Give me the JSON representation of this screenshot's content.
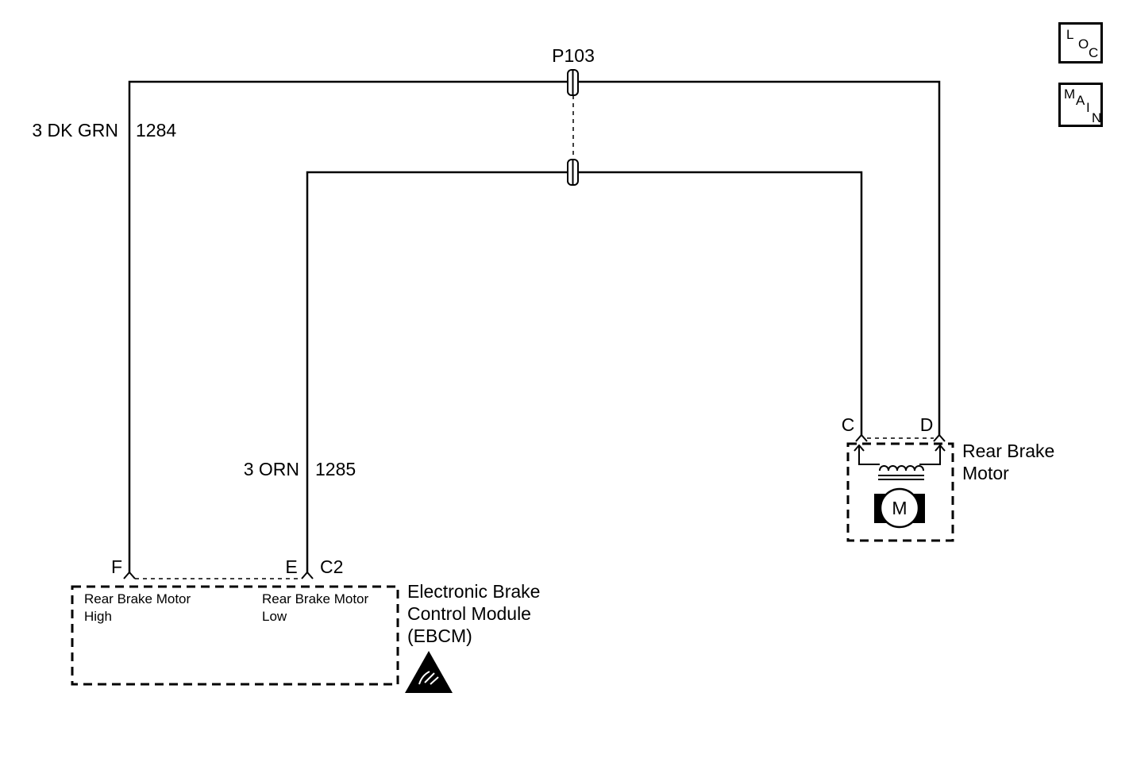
{
  "nav": {
    "loc": [
      "L",
      "O",
      "C"
    ],
    "main": [
      "M",
      "A",
      "I",
      "N"
    ]
  },
  "connector": {
    "name": "P103"
  },
  "wires": [
    {
      "color": "3 DK GRN",
      "circuit": "1284"
    },
    {
      "color": "3 ORN",
      "circuit": "1285"
    }
  ],
  "ebcm": {
    "name_lines": [
      "Electronic Brake",
      "Control Module",
      "(EBCM)"
    ],
    "pins": [
      "F",
      "E"
    ],
    "connector": "C2",
    "terminals": [
      {
        "line1": "Rear Brake Motor",
        "line2": "High"
      },
      {
        "line1": "Rear Brake Motor",
        "line2": "Low"
      }
    ]
  },
  "motor": {
    "name_lines": [
      "Rear Brake",
      "Motor"
    ],
    "pins": [
      "C",
      "D"
    ],
    "symbol": "M"
  }
}
